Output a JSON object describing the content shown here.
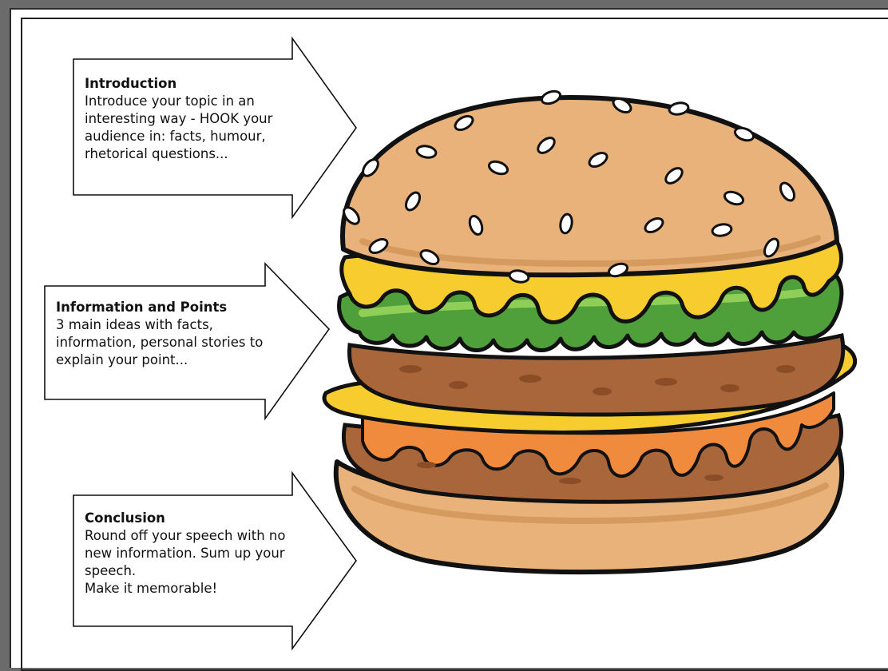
{
  "sections": {
    "introduction": {
      "heading": "Introduction",
      "lines": [
        "Introduce your topic in an",
        "interesting way - HOOK your",
        "audience in: facts, humour,",
        "rhetorical questions..."
      ]
    },
    "points": {
      "heading": "Information and Points",
      "lines": [
        "3 main ideas with facts,",
        "information, personal stories to",
        "explain your point..."
      ]
    },
    "conclusion": {
      "heading": "Conclusion",
      "lines": [
        "Round off your speech with no",
        "new information. Sum up your",
        "speech.",
        "Make it memorable!"
      ]
    }
  },
  "colors": {
    "bun": "#e8b27a",
    "bun_dark": "#d59a5e",
    "cheese": "#f7cc2e",
    "lettuce": "#4f9f3a",
    "lettuce_light": "#8fcf58",
    "patty": "#a8663a",
    "patty_dark": "#8a4d26",
    "sauce": "#f08a3c",
    "outline": "#111111",
    "background": "#6b6b6b"
  }
}
